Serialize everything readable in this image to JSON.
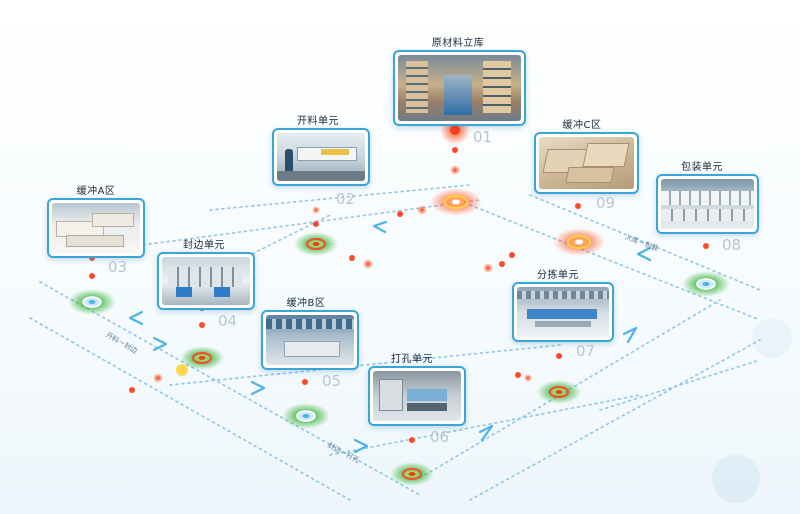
{
  "units": [
    {
      "id": "u01",
      "name": "原材料立库",
      "num": "01"
    },
    {
      "id": "u02",
      "name": "开料单元",
      "num": "02"
    },
    {
      "id": "u03",
      "name": "缓冲A区",
      "num": "03"
    },
    {
      "id": "u04",
      "name": "封边单元",
      "num": "04"
    },
    {
      "id": "u05",
      "name": "缓冲B区",
      "num": "05"
    },
    {
      "id": "u06",
      "name": "打孔单元",
      "num": "06"
    },
    {
      "id": "u07",
      "name": "分拣单元",
      "num": "07"
    },
    {
      "id": "u08",
      "name": "包装单元",
      "num": "08"
    },
    {
      "id": "u09",
      "name": "缓冲C区",
      "num": "09"
    }
  ],
  "lanes": {
    "a": "开料－封边",
    "b": "封边－打孔",
    "c": "入库－包装"
  },
  "colors": {
    "green": "#3cb33c",
    "red": "#e8321f",
    "blue": "#3aa6d6",
    "dots": "#8fc6e6"
  }
}
